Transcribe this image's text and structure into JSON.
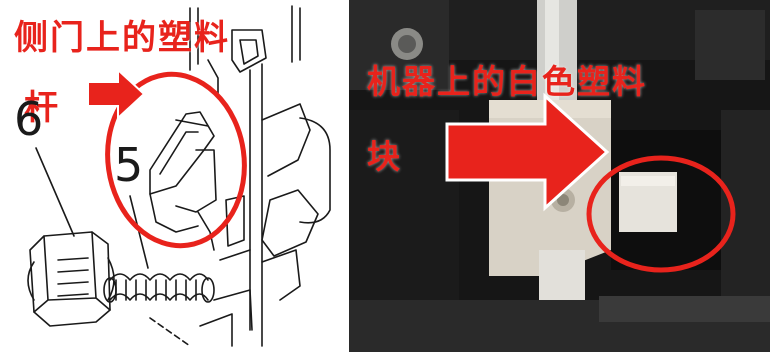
{
  "left_panel": {
    "label_line1": "侧门上的塑料",
    "label_line2": "杆",
    "callout_a": "6",
    "callout_b": "5"
  },
  "right_panel": {
    "label_line1": "机器上的白色塑料",
    "label_line2": "块"
  },
  "colors": {
    "annotation_red": "#e8231c",
    "line_art": "#1a1a1a",
    "photo_dark": "#161616",
    "white_part": "#e6e3dc"
  }
}
